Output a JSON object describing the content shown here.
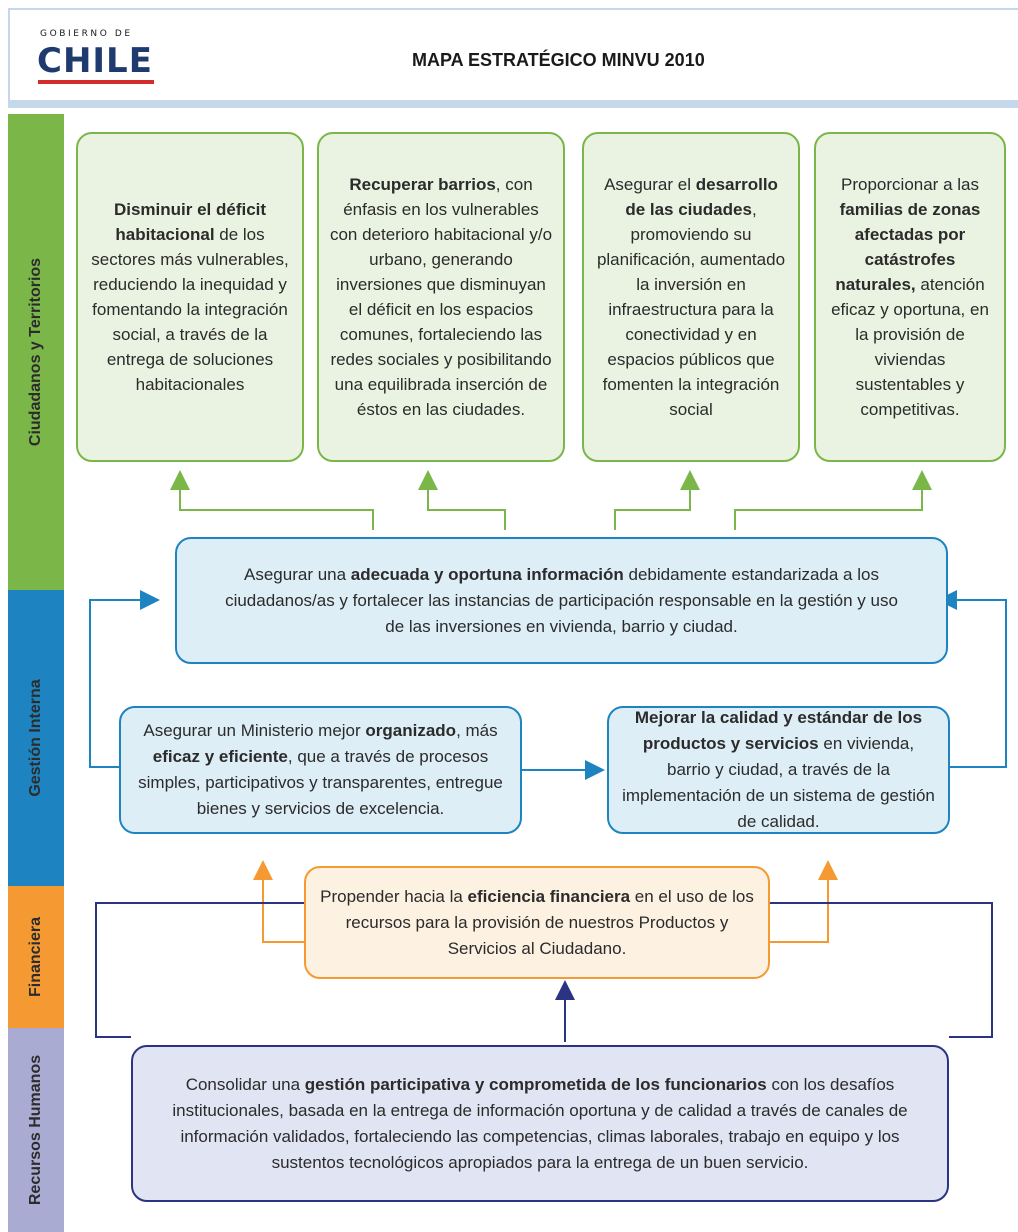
{
  "header": {
    "logo_small": "GOBIERNO DE",
    "logo_big": "CHILE",
    "title": "MAPA ESTRATÉGICO MINVU 2010"
  },
  "perspectives": {
    "ciudadanos": "Ciudadanos y Territorios",
    "gestion": "Gestión Interna",
    "financiera": "Financiera",
    "rrhh": "Recursos Humanos"
  },
  "colors": {
    "ciudadanos": "#7ab648",
    "gestion": "#1d84c1",
    "financiera": "#f59a33",
    "rrhh": "#a9abd2",
    "rrhh_border": "#2a3482",
    "header_band": "#c5d7ea"
  },
  "objectives": {
    "g1": {
      "b1": "Disminuir el déficit habitacional",
      "t1": " de los sectores más vulnerables, reduciendo la inequidad y fomentando la integración social, a través de la entrega de soluciones habitacionales"
    },
    "g2": {
      "b1": "Recuperar barrios",
      "t1": ", con énfasis en los vulnerables con deterioro habitacional y/o urbano, generando inversiones que disminuyan el déficit en los espacios comunes, fortaleciendo las redes sociales y posibilitando una equilibrada inserción de éstos en las ciudades."
    },
    "g3": {
      "t0": "Asegurar el ",
      "b1": "desarrollo de las ciudades",
      "t1": ", promoviendo su planificación, aumentado la inversión en infraestructura para la conectividad y en espacios públicos que fomenten la integración social"
    },
    "g4": {
      "t0": "Proporcionar a las ",
      "b1": "familias de zonas afectadas por catástrofes naturales,",
      "t1": " atención eficaz y oportuna, en la provisión de viviendas sustentables y competitivas."
    },
    "b_info": {
      "t0": "Asegurar una ",
      "b1": "adecuada y oportuna información",
      "t1": " debidamente estandarizada a los ciudadanos/as y fortalecer las instancias de participación responsable en la gestión y uso de las inversiones en vivienda, barrio y ciudad."
    },
    "b_org": {
      "t0": "Asegurar un Ministerio mejor ",
      "b1": "organizado",
      "t1": ", más ",
      "b2": "eficaz y eficiente",
      "t2": ", que a través de procesos simples, participativos y transparentes, entregue bienes y servicios de excelencia."
    },
    "b_cal": {
      "b1": "Mejorar la calidad y estándar de los productos y servicios",
      "t1": " en vivienda, barrio y ciudad, a través de la implementación de un sistema de gestión de calidad."
    },
    "o_fin": {
      "t0": "Propender hacia la ",
      "b1": "eficiencia financiera",
      "t1": " en el uso de los recursos para la provisión de nuestros Productos y Servicios al Ciudadano."
    },
    "p_rrhh": {
      "t0": "Consolidar una ",
      "b1": "gestión participativa y comprometida de los funcionarios",
      "t1": " con los desafíos institucionales, basada en la entrega de información oportuna y de calidad a través de canales de información validados, fortaleciendo las competencias, climas laborales, trabajo en equipo y los sustentos tecnológicos apropiados para la entrega de un buen servicio."
    }
  }
}
